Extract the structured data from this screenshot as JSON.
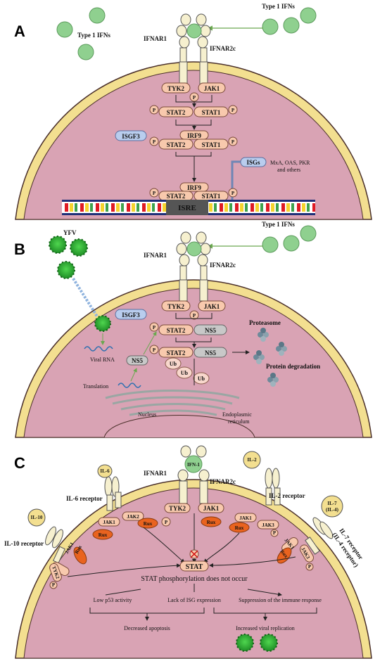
{
  "panels": {
    "a": "A",
    "b": "B",
    "c": "C"
  },
  "common": {
    "ifnar1": "IFNAR1",
    "ifnar2c": "IFNAR2c",
    "type1_ifns": "Type 1 IFNs",
    "tyk2": "TYK2",
    "jak1": "JAK1",
    "p": "P",
    "stat1": "STAT1",
    "stat2": "STAT2",
    "irf9": "IRF9",
    "isgf3": "ISGF3"
  },
  "panel_a": {
    "isgs": "ISGs",
    "isgs_targets_line1": "MxA, OAS, PKR",
    "isgs_targets_line2": "and others",
    "isre": "ISRE"
  },
  "panel_b": {
    "yfv": "YFV",
    "ns5": "NS5",
    "ub": "Ub",
    "proteasome": "Proteasome",
    "protein_degradation": "Protein degradation",
    "viral_rna": "Viral RNA",
    "translation": "Translation",
    "nucleus": "Nucleus",
    "er_line1": "Endoplasmic",
    "er_line2": "reticulum"
  },
  "panel_c": {
    "ifn1": "IFN-1",
    "il6": "IL-6",
    "il6_receptor": "IL-6 receptor",
    "il2": "IL-2",
    "il2_receptor": "IL-2 receptor",
    "il10": "IL-10",
    "il10_receptor": "IL-10 receptor",
    "il7_line1": "IL-7",
    "il7_line2": "(IL-4)",
    "il7_receptor_line1": "IL-7 receptor",
    "il7_receptor_line2": "(IL-4 receptor)",
    "jak2": "JAK2",
    "jak3": "JAK3",
    "rux": "Rux",
    "stat": "STAT",
    "no_phos": "STAT phosphorylation does not occur",
    "low_p53": "Low p53 activity",
    "lack_isg": "Lack of ISG expression",
    "suppression": "Suppression of the immune response",
    "decreased_apoptosis": "Decreased apoptosis",
    "increased_replication": "Increased viral replication"
  },
  "colors": {
    "cytoplasm": "#d9a3b4",
    "membrane": "#f3df90",
    "membrane_edge": "#4a2f2a",
    "protein": "#f8c9ad",
    "rux": "#e9631f",
    "virus": "#34b93a",
    "ifn": "#8fd08f",
    "isgf3": "#b9cdee",
    "ns5": "#c8c8c8"
  }
}
